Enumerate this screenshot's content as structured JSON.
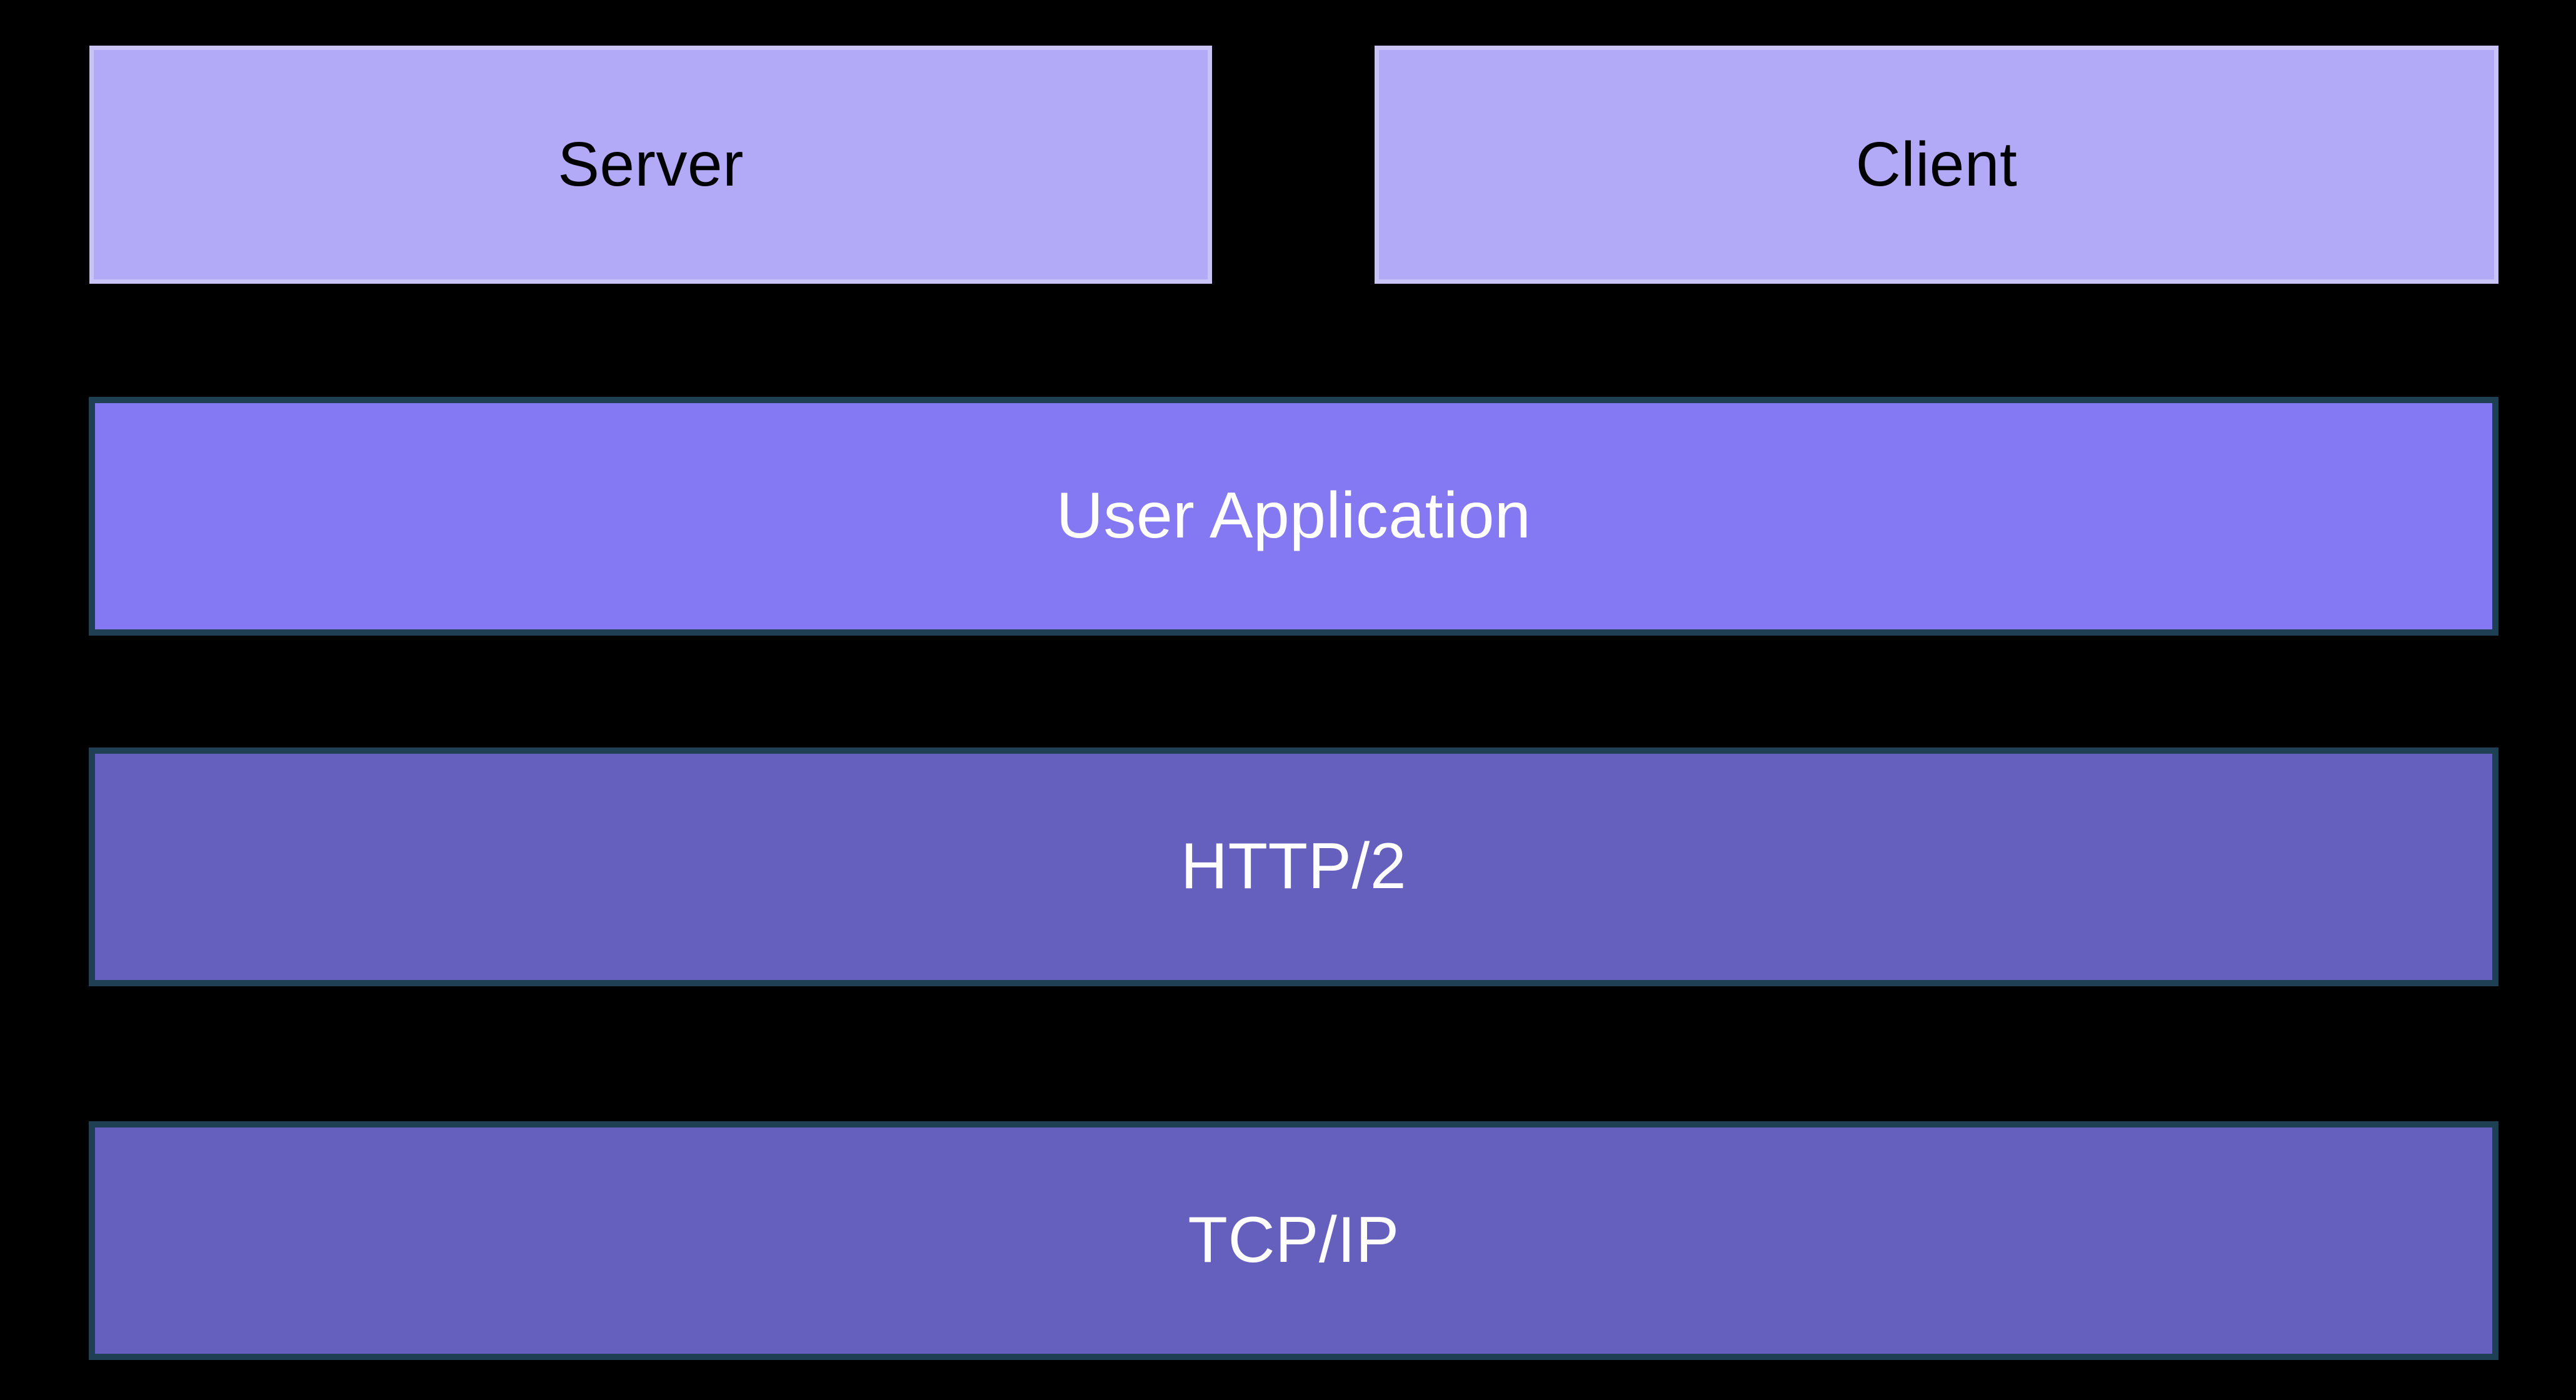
{
  "diagram": {
    "title": "HTTP/2 protocol stack diagram",
    "background_color": "#000000",
    "endpoints": [
      {
        "id": "server",
        "label": "Server",
        "fill_color": "#B2AAF7",
        "border_color": "#C9C4F7",
        "text_color": "#000000"
      },
      {
        "id": "client",
        "label": "Client",
        "fill_color": "#B2AAF7",
        "border_color": "#C9C4F7",
        "text_color": "#000000"
      }
    ],
    "layers": [
      {
        "id": "user-application",
        "label": "User Application",
        "fill_color": "#8479F2",
        "border_color": "#1F4054",
        "text_color": "#FFFFFF"
      },
      {
        "id": "http2",
        "label": "HTTP/2",
        "fill_color": "#655FBE",
        "border_color": "#1F4054",
        "text_color": "#FFFFFF"
      },
      {
        "id": "tcpip",
        "label": "TCP/IP",
        "fill_color": "#655FBE",
        "border_color": "#1F4054",
        "text_color": "#FFFFFF"
      }
    ]
  }
}
